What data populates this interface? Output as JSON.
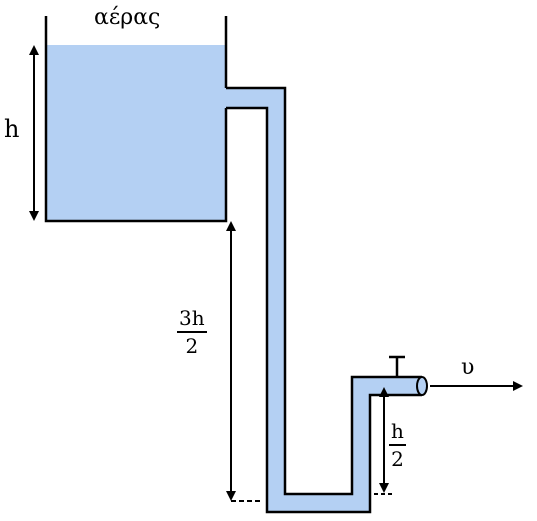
{
  "labels": {
    "air": "αέρας",
    "tank_height": "h",
    "drop_height": {
      "numerator": "3h",
      "denominator": "2"
    },
    "outlet_height": {
      "numerator": "h",
      "denominator": "2"
    },
    "velocity": "υ"
  },
  "colors": {
    "water": "#b4d0f3",
    "line": "#000000"
  }
}
